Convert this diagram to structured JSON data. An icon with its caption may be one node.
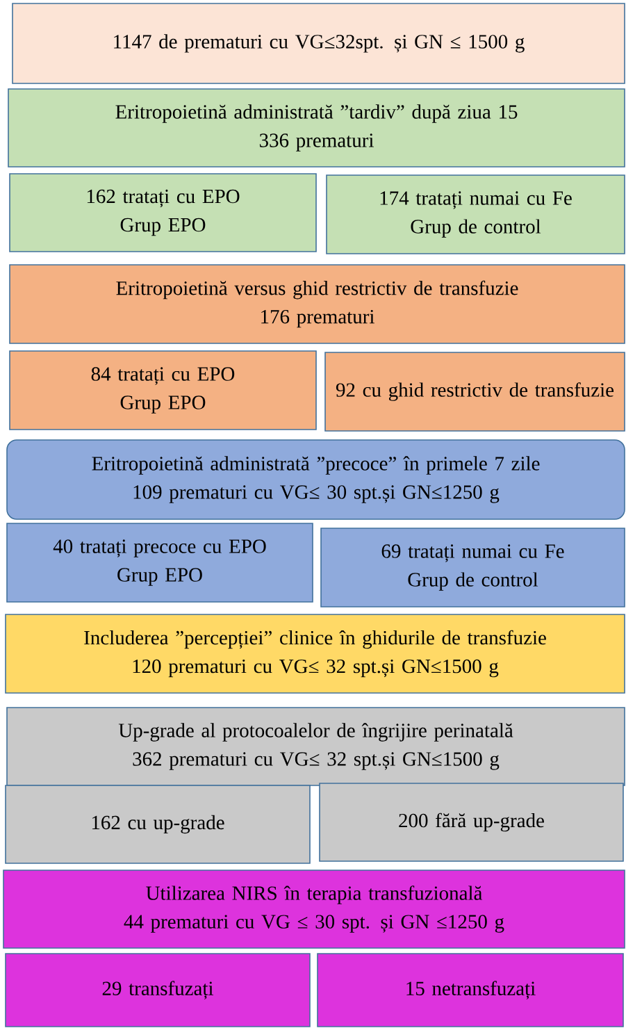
{
  "diagram": {
    "nodes": [
      {
        "text": [
          "1147 de prematuri cu VG≤32spt. și GN ≤ 1500 g"
        ]
      },
      {
        "text": [
          "Eritropoietină administrată ”tardiv” după ziua 15",
          "336 prematuri"
        ]
      },
      {
        "text": [
          "162 tratați cu EPO",
          "Grup EPO"
        ]
      },
      {
        "text": [
          "174 tratați numai cu Fe",
          "Grup de control"
        ]
      },
      {
        "text": [
          "Eritropoietină versus ghid restrictiv de transfuzie",
          "176 prematuri"
        ]
      },
      {
        "text": [
          "84 tratați cu EPO",
          "Grup EPO"
        ]
      },
      {
        "text": [
          "92 cu ghid restrictiv de transfuzie"
        ]
      },
      {
        "text": [
          "Eritropoietină administrată ”precoce” în primele 7 zile",
          "109 prematuri cu VG≤ 30 spt.și  GN≤1250 g"
        ]
      },
      {
        "text": [
          "40 tratați precoce cu EPO",
          "Grup EPO"
        ]
      },
      {
        "text": [
          "69 tratați numai cu Fe",
          "Grup de control"
        ]
      },
      {
        "text": [
          "Includerea ”percepției” clinice în ghidurile de transfuzie",
          "120 prematuri cu VG≤ 32 spt.și  GN≤1500 g"
        ]
      },
      {
        "text": [
          "Up-grade al protocoalelor de îngrijire perinatală",
          "362 prematuri cu VG≤ 32 spt.și  GN≤1500 g"
        ]
      },
      {
        "text": [
          "162 cu up-grade"
        ]
      },
      {
        "text": [
          "200 fără up-grade"
        ]
      },
      {
        "text": [
          "Utilizarea NIRS în terapia transfuzională",
          "44 prematuri cu VG ≤ 30 spt. și GN ≤1250 g"
        ]
      },
      {
        "text": [
          "29 transfuzați"
        ]
      },
      {
        "text": [
          "15 netransfuzați"
        ]
      }
    ]
  }
}
